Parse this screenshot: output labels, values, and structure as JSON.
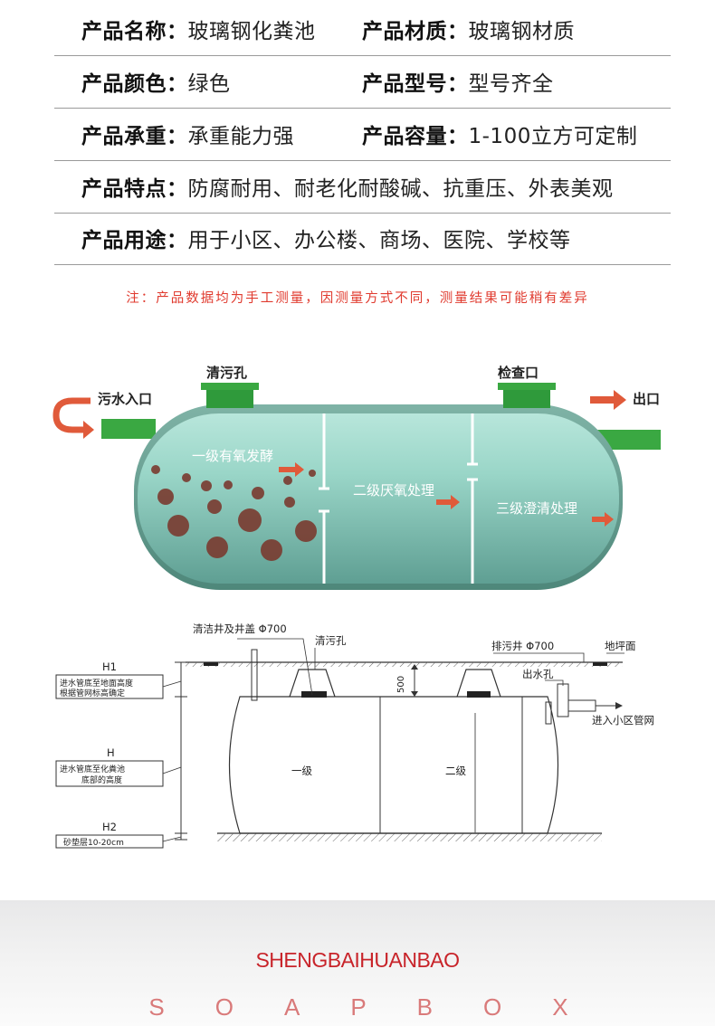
{
  "specs": [
    {
      "left_label": "产品名称：",
      "left_value": "玻璃钢化粪池",
      "right_label": "产品材质：",
      "right_value": "玻璃钢材质"
    },
    {
      "left_label": "产品颜色：",
      "left_value": "绿色",
      "right_label": "产品型号：",
      "right_value": "型号齐全"
    },
    {
      "left_label": "产品承重：",
      "left_value": "承重能力强",
      "right_label": "产品容量：",
      "right_value": "1-100立方可定制"
    },
    {
      "left_label": "产品特点：",
      "left_value": "防腐耐用、耐老化耐酸碱、抗重压、外表美观",
      "right_label": "",
      "right_value": ""
    },
    {
      "left_label": "产品用途：",
      "left_value": "用于小区、办公楼、商场、医院、学校等",
      "right_label": "",
      "right_value": ""
    }
  ],
  "note": "注：产品数据均为手工测量，因测量方式不同，测量结果可能稍有差异",
  "tank_diagram": {
    "cleanout_label": "清污孔",
    "inspection_label": "检查口",
    "inlet_label": "污水入口",
    "outlet_label": "出口",
    "stage1_label": "一级有氧发酵",
    "stage2_label": "二级厌氧处理",
    "stage3_label": "三级澄清处理",
    "colors": {
      "tank": "#8fd0c2",
      "pipe": "#3aa842",
      "arrow": "#e05a3a",
      "sludge": "#7a3b30"
    }
  },
  "section_diagram": {
    "manhole_label": "清洁井及井盖 Φ700",
    "cleanout_label": "清污孔",
    "drain_well_label": "排污井 Φ700",
    "ground_label": "地坪面",
    "outlet_hole_label": "出水孔",
    "network_label": "进入小区管网",
    "depth_label": "500",
    "chamber1_label": "一级",
    "chamber2_label": "二级",
    "h1_title": "H1",
    "h1_desc1": "进水管底至地面高度",
    "h1_desc2": "根据管网标高确定",
    "h_title": "H",
    "h_desc1": "进水管底至化粪池",
    "h_desc2": "底部的高度",
    "h2_title": "H2",
    "h2_desc": "砂垫层10-20cm"
  },
  "footer": {
    "brand": "SHENGBAIHUANBAO",
    "letters": "SOAPBOX"
  }
}
